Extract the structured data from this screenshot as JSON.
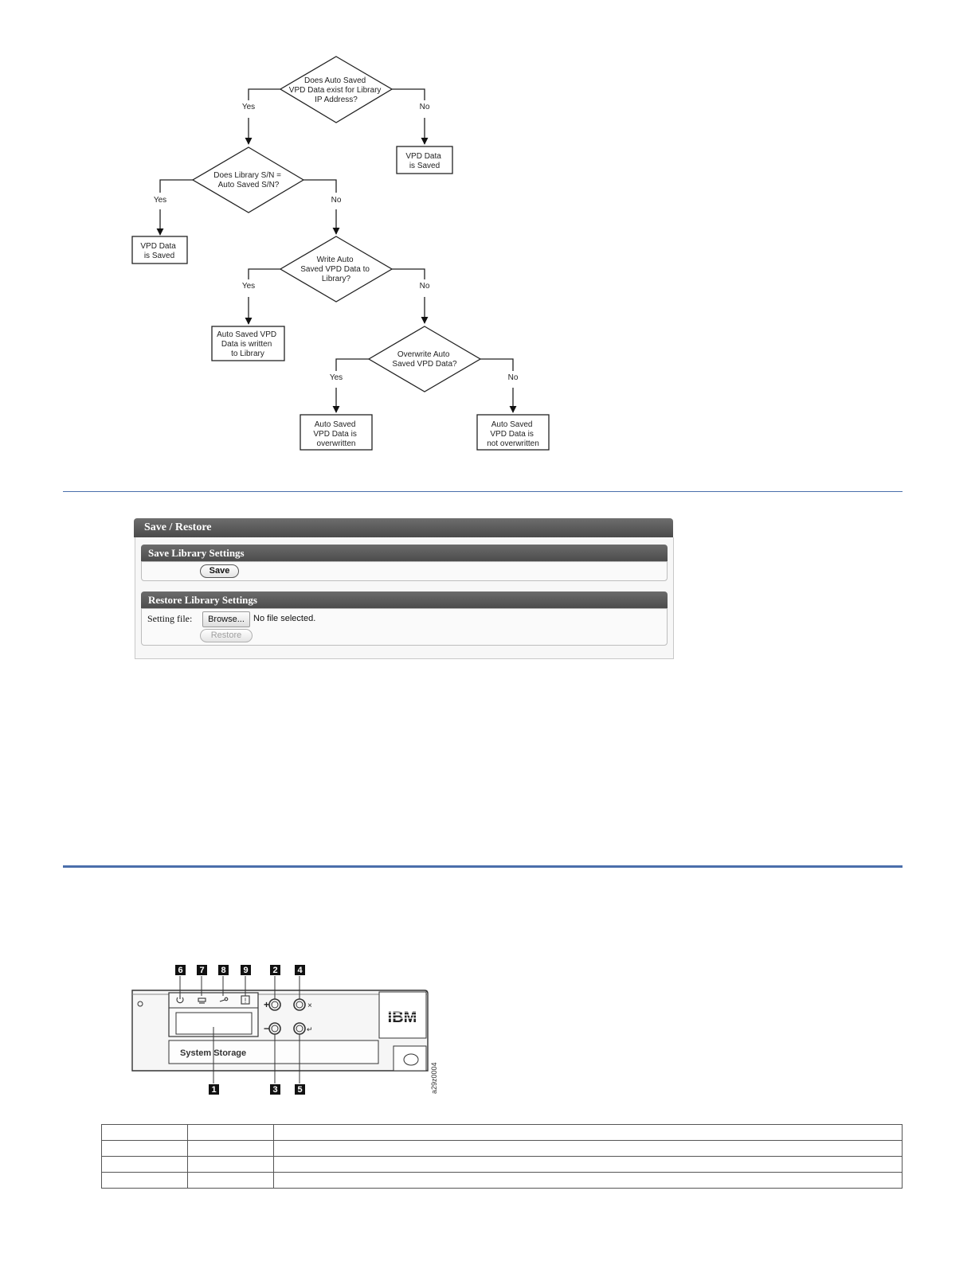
{
  "flowchart": {
    "q1": [
      "Does Auto Saved",
      "VPD Data exist for Library",
      "IP Address?"
    ],
    "q1_yes": "Yes",
    "q1_no": "No",
    "r1": [
      "VPD Data",
      "is Saved"
    ],
    "q2": [
      "Does Library S/N =",
      "Auto Saved S/N?"
    ],
    "q2_yes": "Yes",
    "q2_no": "No",
    "r2": [
      "VPD Data",
      "is Saved"
    ],
    "q3": [
      "Write Auto",
      "Saved VPD Data to",
      "Library?"
    ],
    "q3_yes": "Yes",
    "q3_no": "No",
    "r3": [
      "Auto Saved VPD",
      "Data is written",
      "to Library"
    ],
    "q4": [
      "Overwrite Auto",
      "Saved VPD Data?"
    ],
    "q4_yes": "Yes",
    "q4_no": "No",
    "r4": [
      "Auto Saved",
      "VPD Data is",
      "overwritten"
    ],
    "r5": [
      "Auto Saved",
      "VPD Data is",
      "not overwritten"
    ]
  },
  "save_restore": {
    "title": "Save / Restore",
    "save_section": "Save Library Settings",
    "save_button": "Save",
    "restore_section": "Restore Library Settings",
    "setting_file_label": "Setting file:",
    "browse_button": "Browse...",
    "no_file": "No file selected.",
    "restore_button": "Restore"
  },
  "panel_figure": {
    "callouts": [
      "6",
      "7",
      "8",
      "9",
      "2",
      "4",
      "1",
      "3",
      "5"
    ],
    "brand": "IBM",
    "label": "System Storage",
    "figure_id": "a29z0004",
    "plus": "+",
    "minus": "−"
  },
  "table": {
    "rows": [
      [
        "",
        "",
        ""
      ],
      [
        "",
        "",
        ""
      ],
      [
        "",
        "",
        ""
      ],
      [
        "",
        "",
        ""
      ]
    ]
  }
}
